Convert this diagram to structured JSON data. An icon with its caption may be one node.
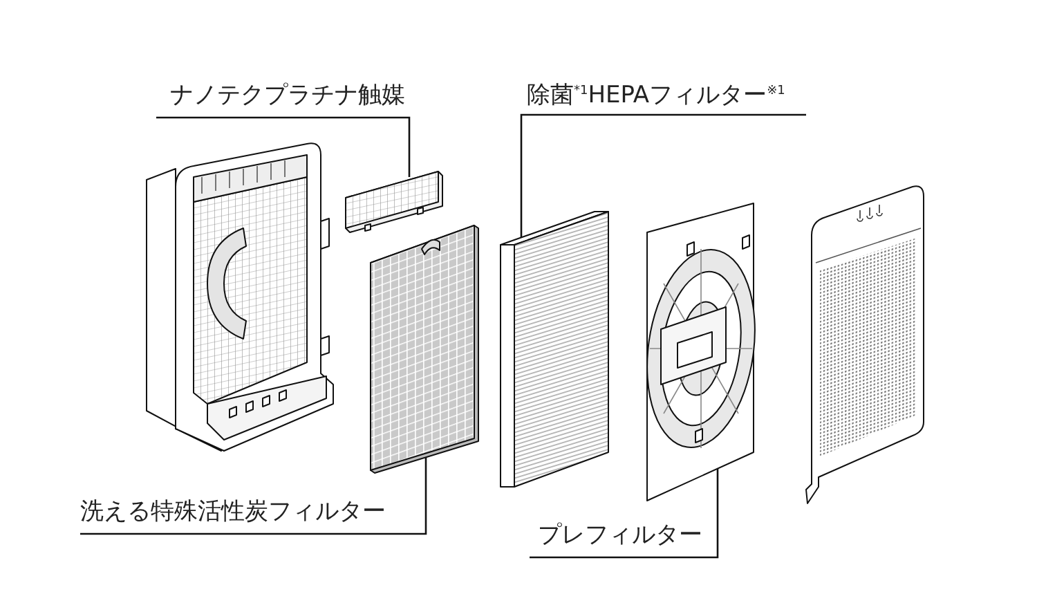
{
  "diagram": {
    "nodes": [
      {
        "text": [
          "ナノテクプラチナ触媒"
        ]
      },
      {
        "text": [
          "除菌$^{*1}$HEPAフィルター$^{※1}$"
        ]
      },
      {
        "text": [],
        "shape": "picture"
      },
      {
        "text": [],
        "shape": "picture"
      },
      {
        "text": [],
        "shape": "picture"
      },
      {
        "text": [],
        "shape": "picture"
      },
      {
        "text": [
          "洗える特殊活性炭フィルター"
        ]
      },
      {
        "text": [
          "プレフィルター"
        ]
      }
    ],
    "edges": [
      {
        "from": 0,
        "to": 2,
        "arrow": "none"
      },
      {
        "from": 1,
        "to": 4,
        "arrow": "none"
      },
      {
        "from": 6,
        "to": 3,
        "arrow": "none"
      },
      {
        "from": 7,
        "to": 5,
        "arrow": "none"
      }
    ]
  }
}
